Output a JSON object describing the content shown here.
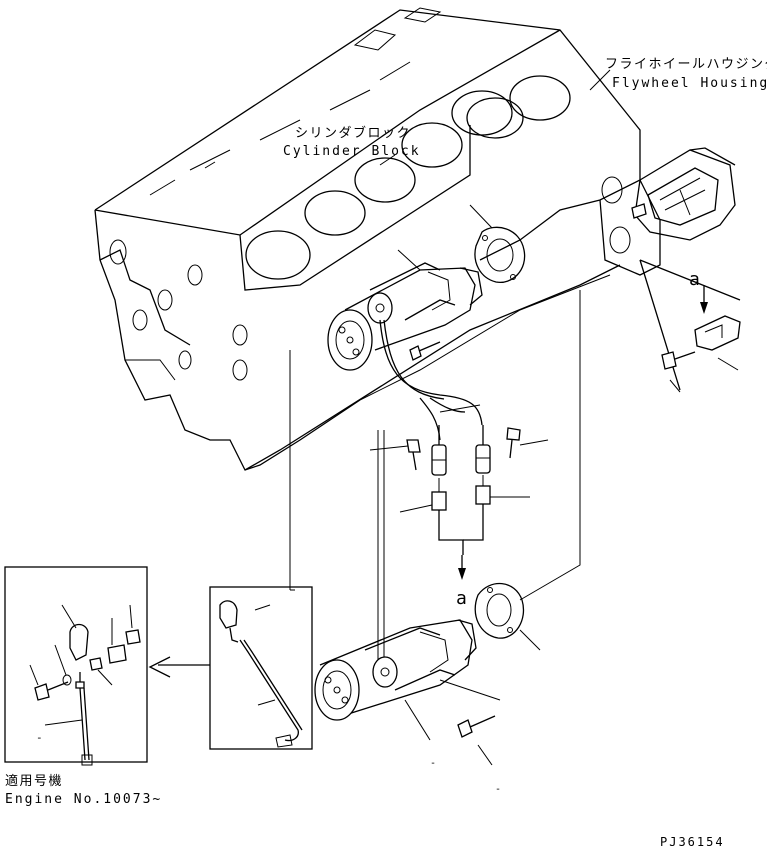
{
  "labels": {
    "cylinder_block_jp": "シリンダブロック",
    "cylinder_block_en": "Cylinder Block",
    "flywheel_housing_jp": "フライホイールハウジング",
    "flywheel_housing_en": "Flywheel Housing",
    "ref_a_top": "a",
    "ref_a_bottom": "a",
    "applicable_jp": "適用号機",
    "applicable_en": "Engine No.10073~",
    "drawing_code": "PJ36154"
  },
  "colors": {
    "line": "#000000",
    "background": "#ffffff"
  }
}
